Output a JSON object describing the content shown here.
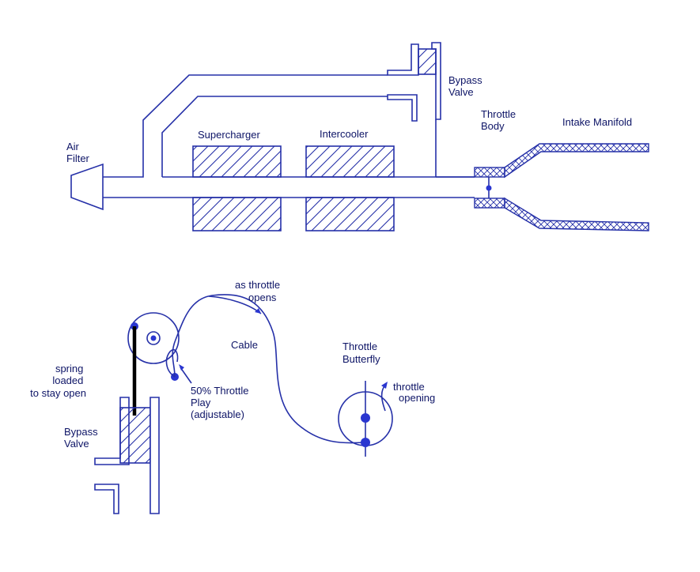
{
  "labels": {
    "air_filter": [
      "Air",
      "Filter"
    ],
    "supercharger": "Supercharger",
    "intercooler": "Intercooler",
    "bypass_valve_top": [
      "Bypass",
      "Valve"
    ],
    "throttle_body": [
      "Throttle",
      "Body"
    ],
    "intake_manifold": "Intake Manifold",
    "as_throttle_opens": [
      "as throttle",
      "opens"
    ],
    "cable": "Cable",
    "throttle_butterfly": [
      "Throttle",
      "Butterfly"
    ],
    "throttle_opening": [
      "throttle",
      "opening"
    ],
    "spring_loaded": [
      "spring",
      "loaded",
      "to stay open"
    ],
    "bypass_valve_bottom": [
      "Bypass",
      "Valve"
    ],
    "throttle_play": [
      "50% Throttle",
      "Play",
      "(adjustable)"
    ]
  },
  "colors": {
    "line": "#2530a8",
    "text": "#0d1466",
    "dot": "#2a36d0",
    "rod": "#000000"
  }
}
